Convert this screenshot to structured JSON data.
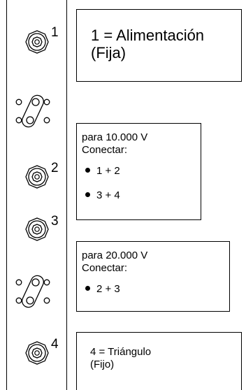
{
  "terminals": [
    {
      "number": "1"
    },
    {
      "number": "2"
    },
    {
      "number": "3"
    },
    {
      "number": "4"
    }
  ],
  "boxes": {
    "supply": {
      "lines": [
        "1 = Alimentación",
        "(Fija)"
      ]
    },
    "v10000": {
      "header": [
        "para 10.000 V",
        "Conectar:"
      ],
      "bullets": [
        "1 + 2",
        "3 + 4"
      ]
    },
    "v20000": {
      "header": [
        "para 20.000 V",
        "Conectar:"
      ],
      "bullets": [
        "2 + 3"
      ]
    },
    "triangle": {
      "lines": [
        "4 = Triángulo",
        "(Fijo)"
      ]
    }
  }
}
